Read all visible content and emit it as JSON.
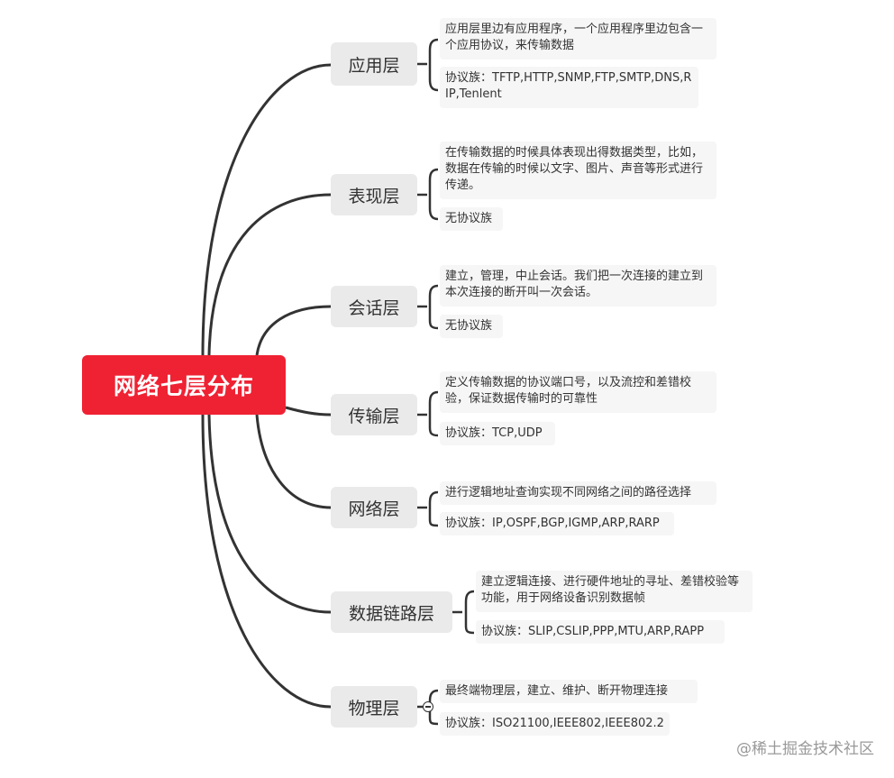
{
  "root": {
    "title": "网络七层分布"
  },
  "layers": [
    {
      "name": "应用层",
      "desc": "应用层里边有应用程序，一个应用程序里边包含一个应用协议，来传输数据",
      "protocols": "协议族：TFTP,HTTP,SNMP,FTP,SMTP,DNS,RIP,Tenlent"
    },
    {
      "name": "表现层",
      "desc": "在传输数据的时候具体表现出得数据类型，比如，数据在传输的时候以文字、图片、声音等形式进行传递。",
      "protocols": "无协议族"
    },
    {
      "name": "会话层",
      "desc": "建立，管理，中止会话。我们把一次连接的建立到本次连接的断开叫一次会话。",
      "protocols": "无协议族"
    },
    {
      "name": "传输层",
      "desc": "定义传输数据的协议端口号，以及流控和差错校验，保证数据传输时的可靠性",
      "protocols": "协议族：TCP,UDP"
    },
    {
      "name": "网络层",
      "desc": "进行逻辑地址查询实现不同网络之间的路径选择",
      "protocols": "协议族：IP,OSPF,BGP,IGMP,ARP,RARP"
    },
    {
      "name": "数据链路层",
      "desc": "建立逻辑连接、进行硬件地址的寻址、差错校验等功能，用于网络设备识别数据帧",
      "protocols": "协议族：SLIP,CSLIP,PPP,MTU,ARP,RAPP"
    },
    {
      "name": "物理层",
      "desc": "最终端物理层，建立、维护、断开物理连接",
      "protocols": "协议族：ISO21100,IEEE802,IEEE802.2"
    }
  ],
  "watermark": "@稀土掘金技术社区",
  "colors": {
    "root": "#ef2233",
    "branch_bg": "#eaeaea",
    "leaf_bg": "#f6f6f6",
    "line": "#333333"
  },
  "icons": {
    "collapse": "collapse-minus-icon"
  }
}
